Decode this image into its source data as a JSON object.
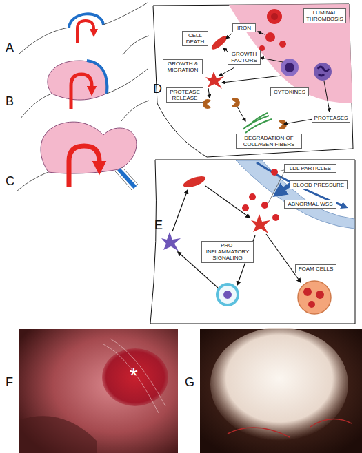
{
  "diagram": {
    "nodes": [
      {
        "text": [
          "LUMINAL THROMBOSIS"
        ]
      },
      {
        "text": [
          "IRON"
        ]
      },
      {
        "text": [
          "CELL DEATH"
        ]
      },
      {
        "text": [
          "GROWTH FACTORS"
        ]
      },
      {
        "text": [
          "GROWTH & MIGRATION"
        ]
      },
      {
        "text": [
          "CYTOKINES"
        ]
      },
      {
        "text": [
          "PROTEASE RELEASE"
        ]
      },
      {
        "text": [
          "PROTEASES"
        ]
      },
      {
        "text": [
          "DEGRADATION OF COLLAGEN FIBERS"
        ]
      },
      {
        "text": [
          "LDL PARTICLES"
        ]
      },
      {
        "text": [
          "BLOOD PRESSURE"
        ]
      },
      {
        "text": [
          "ABNORMAL WSS"
        ]
      },
      {
        "text": [
          "PRO-INFLAMMATORY SIGNALING"
        ]
      },
      {
        "text": [
          "FOAM CELLS"
        ]
      }
    ],
    "labels": [
      "A",
      "D",
      "B",
      "C",
      "E",
      "F",
      "*",
      "G"
    ]
  }
}
